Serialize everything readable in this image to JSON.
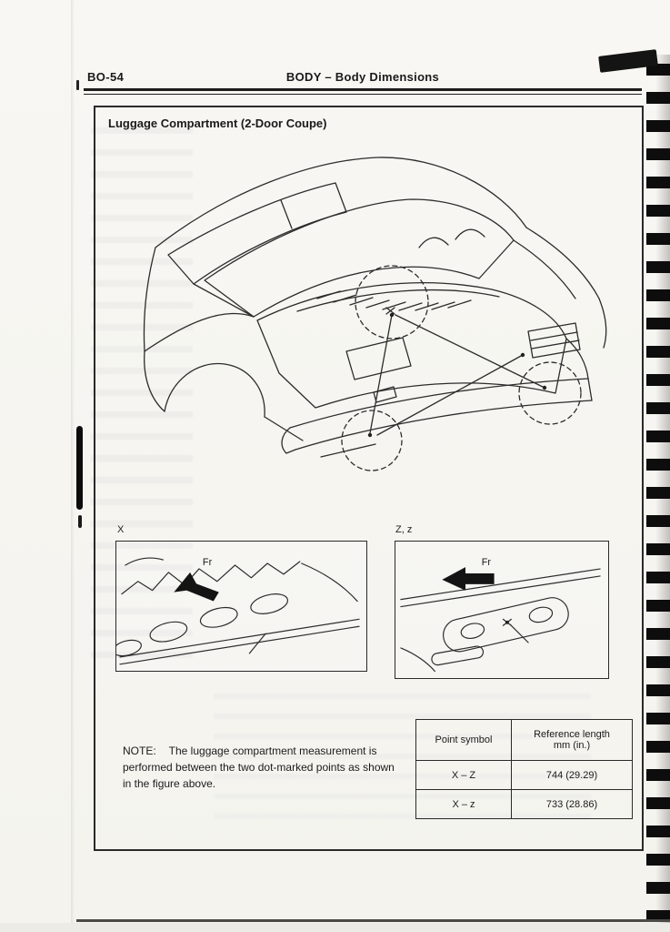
{
  "page": {
    "number": "BO-54",
    "section_title": "BODY – Body Dimensions"
  },
  "figure": {
    "title": "Luggage Compartment (2-Door Coupe)",
    "insets": {
      "x_label": "X",
      "zz_label": "Z, z",
      "fr_label": "Fr"
    },
    "note": {
      "prefix": "NOTE:",
      "text": "The luggage compartment measurement is performed between the two dot-marked points as shown in the figure above."
    }
  },
  "reference_table": {
    "headers": {
      "symbol": "Point symbol",
      "length_line1": "Reference length",
      "length_line2": "mm (in.)"
    },
    "rows": [
      {
        "symbol": "X – Z",
        "length": "744 (29.29)"
      },
      {
        "symbol": "X – z",
        "length": "733 (28.86)"
      }
    ]
  }
}
